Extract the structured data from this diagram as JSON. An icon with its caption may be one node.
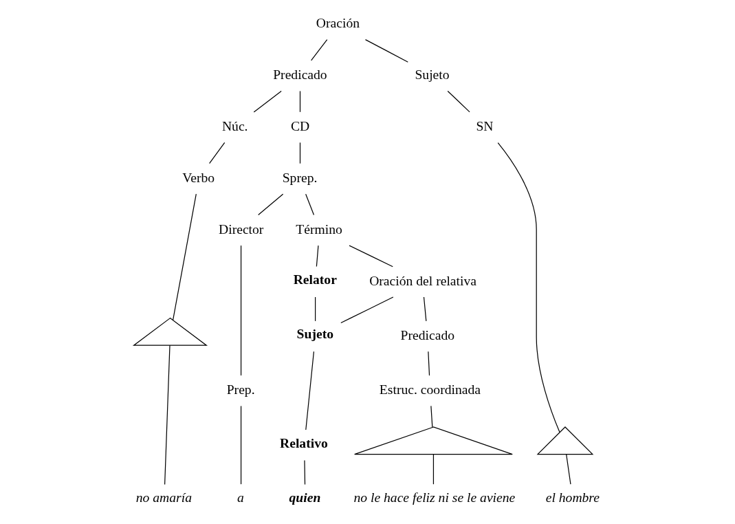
{
  "diagram": {
    "nodes": [
      {
        "text": [
          "Oración"
        ]
      },
      {
        "text": [
          "Predicado"
        ]
      },
      {
        "text": [
          "Sujeto"
        ]
      },
      {
        "text": [
          "Núc."
        ]
      },
      {
        "text": [
          "CD"
        ]
      },
      {
        "text": [
          "Sprep."
        ]
      },
      {
        "text": [
          "Director"
        ]
      },
      {
        "text": [
          "Término"
        ]
      },
      {
        "text": [
          "Relator"
        ]
      },
      {
        "text": [
          "Oración del relativa"
        ]
      },
      {
        "text": [
          "Sujeto"
        ]
      },
      {
        "text": [
          "Predicado"
        ]
      },
      {
        "text": [
          "SN"
        ]
      },
      {
        "text": [
          "Estruc. coordinada"
        ]
      },
      {
        "text": [
          "Verbo"
        ]
      },
      {
        "text": [
          "Prep."
        ]
      },
      {
        "text": [
          "Relativo"
        ]
      },
      {
        "text": [],
        "shape": "triangle"
      },
      {
        "text": [],
        "shape": "triangle"
      },
      {
        "text": [],
        "shape": "triangle"
      },
      {
        "text": [
          "no amaría"
        ]
      },
      {
        "text": [
          "el hombre"
        ]
      },
      {
        "text": [
          "a"
        ]
      },
      {
        "text": [
          "quien"
        ]
      },
      {
        "text": [
          "no le hace feliz ni se le aviene"
        ]
      }
    ],
    "edges": [
      {
        "from": 0,
        "to": 1,
        "arrow": "none"
      },
      {
        "from": 0,
        "to": 2,
        "arrow": "none"
      },
      {
        "from": 1,
        "to": 3,
        "arrow": "none"
      },
      {
        "from": 1,
        "to": 4,
        "arrow": "none"
      },
      {
        "from": 2,
        "to": 12,
        "arrow": "none"
      },
      {
        "from": 3,
        "to": 14,
        "arrow": "none"
      },
      {
        "from": 4,
        "to": 5,
        "arrow": "none"
      },
      {
        "from": 5,
        "to": 6,
        "arrow": "none"
      },
      {
        "from": 5,
        "to": 7,
        "arrow": "none"
      },
      {
        "from": 6,
        "to": 15,
        "arrow": "none"
      },
      {
        "from": 7,
        "to": 8,
        "arrow": "none"
      },
      {
        "from": 7,
        "to": 9,
        "arrow": "none"
      },
      {
        "from": 9,
        "to": 10,
        "arrow": "none"
      },
      {
        "from": 9,
        "to": 11,
        "arrow": "none"
      },
      {
        "from": 8,
        "to": 10,
        "arrow": "none"
      },
      {
        "from": 10,
        "to": 16,
        "arrow": "none"
      },
      {
        "from": 11,
        "to": 13,
        "arrow": "none"
      },
      {
        "from": 12,
        "to": 18,
        "arrow": "none"
      },
      {
        "from": 14,
        "to": 17,
        "arrow": "none"
      },
      {
        "from": 13,
        "to": 19,
        "arrow": "none"
      },
      {
        "from": 17,
        "to": 20,
        "arrow": "none"
      },
      {
        "from": 18,
        "to": 21,
        "arrow": "none"
      },
      {
        "from": 15,
        "to": 22,
        "arrow": "none"
      },
      {
        "from": 16,
        "to": 23,
        "arrow": "none"
      },
      {
        "from": 19,
        "to": 24,
        "arrow": "none"
      }
    ]
  }
}
